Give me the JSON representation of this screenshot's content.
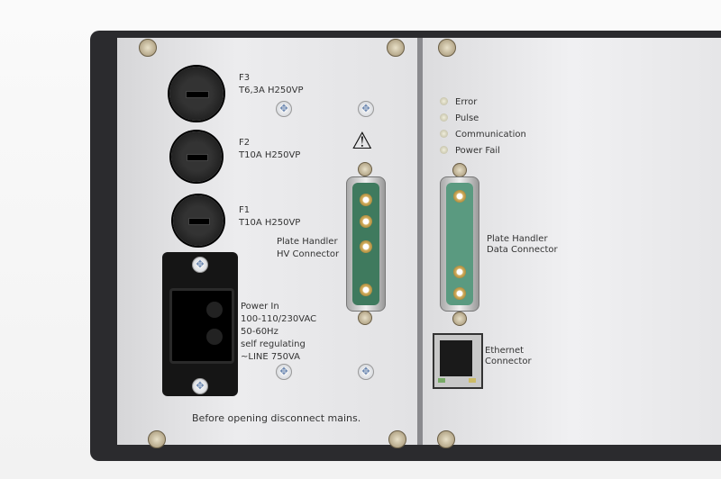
{
  "left_panel": {
    "fuses": [
      {
        "name": "F3",
        "rating": "T6,3A H250VP"
      },
      {
        "name": "F2",
        "rating": "T10A H250VP"
      },
      {
        "name": "F1",
        "rating": "T10A H250VP"
      }
    ],
    "hv_connector": {
      "line1": "Plate Handler",
      "line2": "HV Connector"
    },
    "power": [
      "Power In",
      "100-110/230VAC",
      "50-60Hz",
      "self regulating",
      "~LINE 750VA"
    ],
    "warning": "Before opening disconnect mains."
  },
  "right_panel": {
    "leds": [
      "Error",
      "Pulse",
      "Communication",
      "Power Fail"
    ],
    "data_connector": {
      "line1": "Plate Handler",
      "line2": "Data Connector"
    },
    "ethernet": {
      "line1": "Ethernet",
      "line2": "Connector"
    }
  },
  "colors": {
    "panel": "#e6e6e8",
    "frame": "#2b2b2e",
    "connector_green": "#3f7a5e"
  }
}
